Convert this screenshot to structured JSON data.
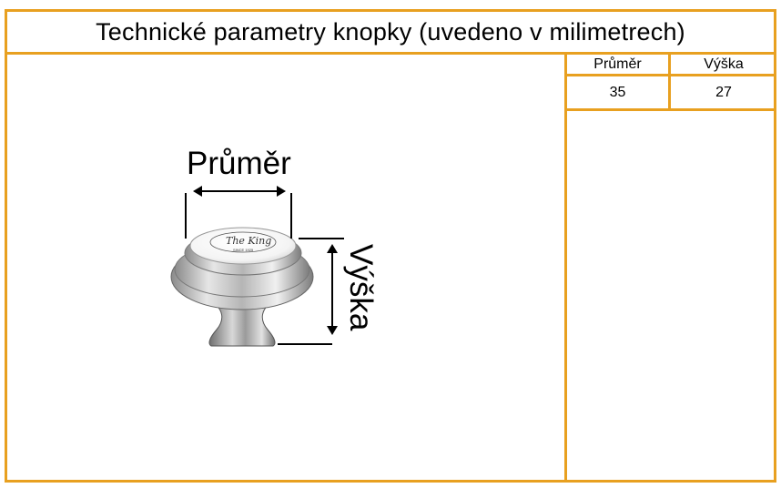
{
  "title": "Technické parametry knopky (uvedeno v milimetrech)",
  "table": {
    "headers": [
      "Průměr",
      "Výška"
    ],
    "values": [
      "35",
      "27"
    ]
  },
  "diagram": {
    "diameter_label": "Průměr",
    "height_label": "Výška",
    "logo_text": "The King",
    "logo_sub": "SINCE 1925"
  },
  "colors": {
    "border": "#e8a020",
    "text": "#000000"
  },
  "icons": [
    "knob-image",
    "diameter-arrow-icon",
    "height-arrow-icon"
  ]
}
